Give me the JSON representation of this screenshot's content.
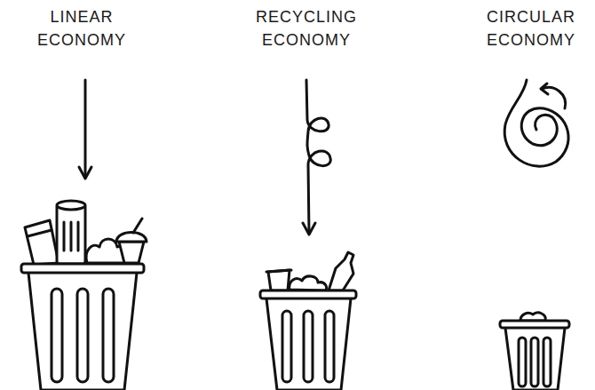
{
  "diagram": {
    "labels": [
      "LINEAR ECONOMY",
      "RECYCLING ECONOMY",
      "CIRCULAR ECONOMY"
    ]
  }
}
